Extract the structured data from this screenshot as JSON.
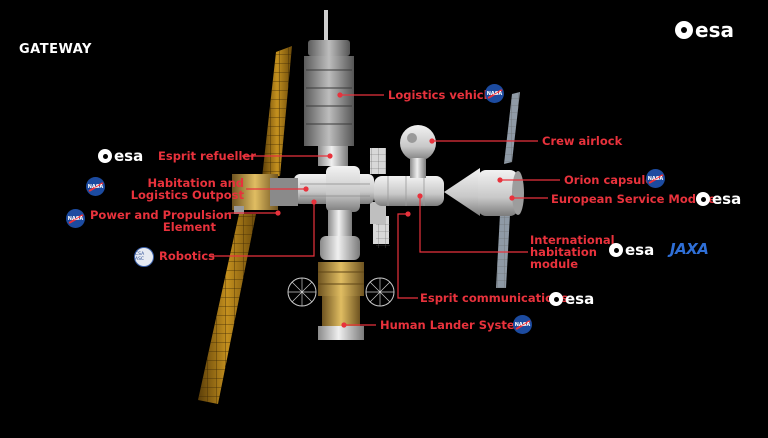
{
  "title": "GATEWAY",
  "brand": {
    "esa_text": "esa",
    "nasa_text": "NASA",
    "jaxa_text": "JAXA",
    "csa_text": "CSA ASC"
  },
  "labels": {
    "logistics_vehicle": "Logistics vehicle",
    "crew_airlock": "Crew airlock",
    "esprit_refueller": "Esprit refueller",
    "halo_line1": "Habitation and",
    "halo_line2": "Logistics Outpost",
    "ppe_line1": "Power and Propulsion",
    "ppe_line2": "Element",
    "robotics": "Robotics",
    "orion_capsule": "Orion capsule",
    "esm": "European Service Module",
    "ihab_line1": "International",
    "ihab_line2": "habitation",
    "ihab_line3": "module",
    "esprit_comms": "Esprit communications",
    "hls": "Human Lander System"
  },
  "colors": {
    "label": "#e8323c",
    "leader": "#e8323c",
    "background": "#000000",
    "solar_panel": "#b8860b",
    "module_white": "#d9d9d9",
    "module_gold": "#c9a24a",
    "nasa_blue": "#1c4ba0",
    "jaxa_blue": "#2f6fd6"
  }
}
